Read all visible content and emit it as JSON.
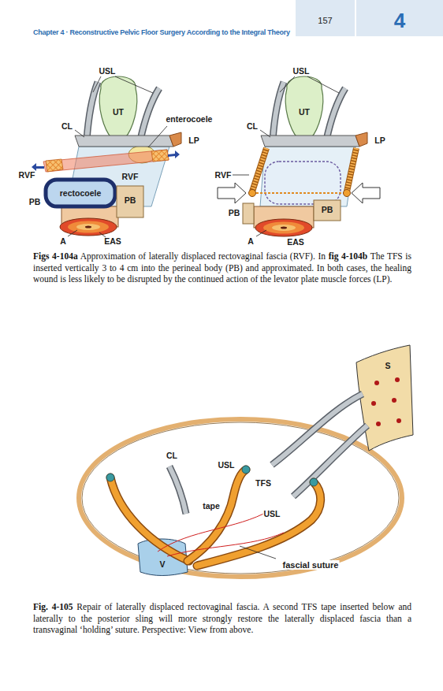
{
  "diagram": {
    "nodes": [
      {
        "text": [
          "157"
        ]
      },
      {
        "text": [
          "4"
        ]
      }
    ],
    "labels": [
      "Chapter 4 · Reconstructive Pelvic Floor Surgery According to the Integral Theory",
      "USL",
      "UT",
      "enterocoele",
      "CL",
      "LP",
      "RVF",
      "rectocoele",
      "PB",
      "RVF",
      "PB",
      "A",
      "EAS",
      "USL",
      "UT",
      "CL",
      "LP",
      "RVF",
      "PB",
      "PB",
      "A",
      "EAS",
      "Figs 4-104a",
      "Approximation of laterally displaced rectovaginal fascia (RVF). In",
      "fig 4-104b",
      "The TFS is inserted vertically 3 to 4 cm into the perineal body (PB) and approximated. In both cases, the healing wound is less likely to be disrupted by the continued action of the levator plate muscle forces (LP).",
      "S",
      "CL",
      "USL",
      "TFS",
      "tape",
      "USL",
      "V",
      "fascial suture",
      "Fig. 4-105",
      "Repair of laterally displaced rectovaginal fascia. A second TFS tape inserted below and laterally to the posterior sling will more strongly restore the laterally displaced fascia than a transvaginal ‘holding’ suture. Perspective: View from above."
    ]
  }
}
